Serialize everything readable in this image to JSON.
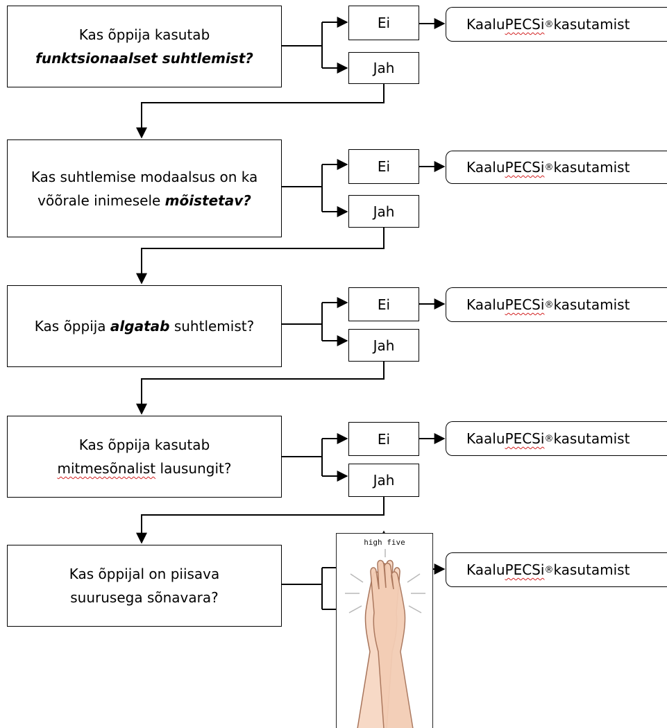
{
  "questions": [
    {
      "before": "Kas õppija kasutab",
      "emph": "funktsionaalset suhtlemist?",
      "after": ""
    },
    {
      "line1": "Kas suhtlemise modaalsus on  ka",
      "before": "võõrale inimesele ",
      "emph": "mõistetav?",
      "after": ""
    },
    {
      "before": "Kas õppija ",
      "emph": "algatab",
      "after": " suhtlemist?"
    },
    {
      "line1": "Kas õppija kasutab",
      "squig": "mitmesõnalist",
      "after": " lausungit?"
    },
    {
      "line1": "Kas õppijal on piisava",
      "line2": "suurusega sõnavara?"
    }
  ],
  "answers": {
    "no": "Ei",
    "yes": "Jah"
  },
  "result": {
    "before": "Kaalu ",
    "acronym": "PECSi",
    "registered": "®",
    "after": " kasutamist"
  },
  "picture": {
    "caption": "high five"
  }
}
